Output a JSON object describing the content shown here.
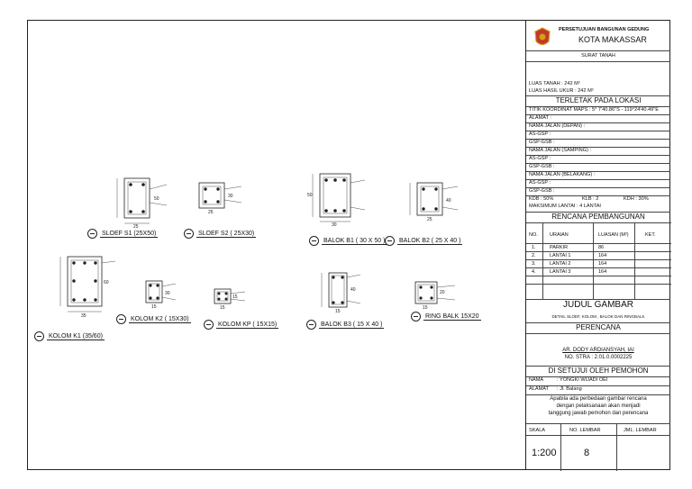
{
  "title_block": {
    "approval_title": "PERSETUJUAN BANGUNAN GEDUNG",
    "city": "KOTA MAKASSAR",
    "surat_tanah": "SURAT TANAH",
    "luas_tanah": "LUAS TANAH        : 242 M²",
    "luas_hasil_ukur": "LUAS HASIL UKUR   : 242 M²",
    "lokasi_title": "TERLETAK PADA LOKASI",
    "koordinat": "TITIK KOORDINAT MAPS : 5° 7'40.86\"S - 119°24'40.49\"E",
    "alamat": "ALAMAT :",
    "jalan_depan": "NAMA JALAN (DEPAN) :",
    "as_gsp_1": "AS-GSP   :",
    "gsp_gsb_1": "GSP-GSB  :",
    "jalan_samping": "NAMA JALAN (SAMPING) :",
    "as_gsp_2": "AS-GSP   :",
    "gsp_gsb_2": "GSP-GSB  :",
    "jalan_belakang": "NAMA JALAN (BELAKANG) :",
    "as_gsp_3": "AS-GSP   :",
    "gsp_gsb_3": "GSP-GSB  :",
    "kdb": "KDB : 50%",
    "klb": "KLB : 2",
    "kdh": "KDH : 30%",
    "max_lantai": "MAKSIMUM LANTAI : 4 LANTAI",
    "rencana_title": "RENCANA PEMBANGUNAN",
    "table_headers": [
      "NO.",
      "URAIAN",
      "LUASAN (M²)",
      "KET."
    ],
    "table_rows": [
      {
        "no": "1.",
        "uraian": "PARKIR",
        "luas": "86"
      },
      {
        "no": "2.",
        "uraian": "LANTAI 1",
        "luas": "164"
      },
      {
        "no": "3.",
        "uraian": "LANTAI 2",
        "luas": "164"
      },
      {
        "no": "4.",
        "uraian": "LANTAI 3",
        "luas": "164"
      }
    ],
    "judul_title": "JUDUL GAMBAR",
    "judul_detail": "DETAIL SLOEF, KOLOM , BALOK DAN RINGBALK",
    "perencana_title": "PERENCANA",
    "perencana_name": "AR. DODY ARDIANSYAH, IAI",
    "perencana_stra": "NO. STRA : 2.01.0.0002225",
    "setuju_title": "DI SETUJUI OLEH PEMOHON",
    "nama_label": "NAMA",
    "nama_value": ":  YONGKI WIJADI OEI",
    "alamat_label": "ALAMAT",
    "alamat_value": ":  Jl. Balang",
    "note_1": "Apabila ada perbedaan gambar rencana",
    "note_2": "dengan pelaksanaan akan menjadi",
    "note_3": "tanggung jawab pemohon dan perencana",
    "skala_label": "SKALA",
    "lembar_label": "NO. LEMBAR",
    "jml_label": "JML. LEMBAR",
    "skala_value": "1:200",
    "lembar_value": "8"
  },
  "details": [
    {
      "label": "SLOEF S1 (25X50)"
    },
    {
      "label": "SLOEF S2 ( 25X30)"
    },
    {
      "label": "BALOK B1 ( 30 X 50 )"
    },
    {
      "label": "BALOK B2 ( 25 X 40 )"
    },
    {
      "label": "KOLOM K2 ( 15X30)"
    },
    {
      "label": "KOLOM KP ( 15X15)"
    },
    {
      "label": "BALOK B3 ( 15 X 40 )"
    },
    {
      "label": "RING BALK 15X20"
    },
    {
      "label": "KOLOM K1 (35/60)"
    }
  ],
  "dimensions": {
    "s1_w": "25",
    "s1_h": "50",
    "s2_w": "25",
    "s2_h": "30",
    "b1_w": "30",
    "b1_h": "50",
    "b2_w": "25",
    "b2_h": "40",
    "k2_w": "15",
    "k2_h": "30",
    "kp_w": "15",
    "kp_h": "15",
    "b3_w": "15",
    "b3_h": "40",
    "rb_w": "15",
    "rb_h": "20",
    "k1_w": "35",
    "k1_h": "60"
  },
  "colors": {
    "line": "#222222",
    "accent": "#c0392b",
    "gold": "#d4a017"
  }
}
